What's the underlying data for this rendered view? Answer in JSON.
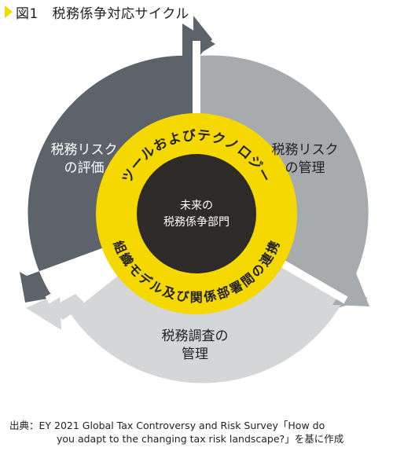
{
  "figure": {
    "label": "図1",
    "title": "税務係争対応サイクル"
  },
  "cycle": {
    "segments": [
      {
        "line1": "税務リスク",
        "line2": "の評価",
        "color": "#5d636b"
      },
      {
        "line1": "税務リスク",
        "line2": "の管理",
        "color": "#a7abae"
      },
      {
        "line1": "税務調査の",
        "line2": "管理",
        "color": "#d4d6d8"
      }
    ],
    "ring_color": "#f5d800",
    "ring_text_top": "ツールおよびテクノロジー",
    "ring_text_bottom": "組織モデル及び関係部署間の連携",
    "center_line1": "未来の",
    "center_line2": "税務係争部門",
    "center_color": "#2e2a29"
  },
  "source": {
    "line1": "出典：EY 2021 Global Tax Controversy and Risk Survey「How do",
    "line2": "you adapt to the changing tax risk landscape?」を基に作成"
  }
}
